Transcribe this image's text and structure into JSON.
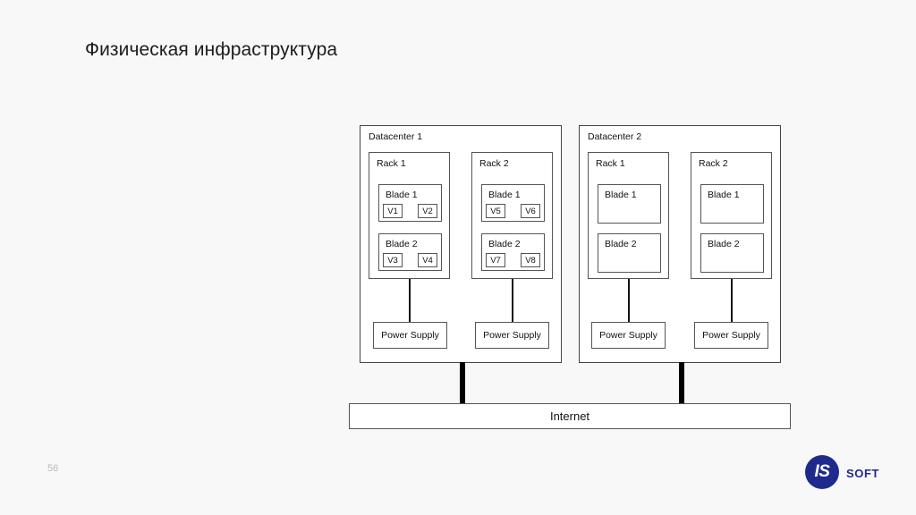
{
  "slide": {
    "title": "Физическая инфраструктура",
    "page_number": "56",
    "background_color": "#f8f8f8"
  },
  "brand": {
    "mark": "IS",
    "name": "SOFT",
    "color": "#1f2a8c"
  },
  "diagram": {
    "network_label": "Internet",
    "datacenters": [
      {
        "label": "Datacenter 1",
        "racks": [
          {
            "label": "Rack 1",
            "power_supply": "Power Supply",
            "blades": [
              {
                "label": "Blade 1",
                "vms": [
                  "V1",
                  "V2"
                ]
              },
              {
                "label": "Blade 2",
                "vms": [
                  "V3",
                  "V4"
                ]
              }
            ]
          },
          {
            "label": "Rack 2",
            "power_supply": "Power Supply",
            "blades": [
              {
                "label": "Blade 1",
                "vms": [
                  "V5",
                  "V6"
                ]
              },
              {
                "label": "Blade 2",
                "vms": [
                  "V7",
                  "V8"
                ]
              }
            ]
          }
        ]
      },
      {
        "label": "Datacenter 2",
        "racks": [
          {
            "label": "Rack 1",
            "power_supply": "Power Supply",
            "blades": [
              {
                "label": "Blade 1",
                "vms": []
              },
              {
                "label": "Blade 2",
                "vms": []
              }
            ]
          },
          {
            "label": "Rack 2",
            "power_supply": "Power Supply",
            "blades": [
              {
                "label": "Blade 1",
                "vms": []
              },
              {
                "label": "Blade 2",
                "vms": []
              }
            ]
          }
        ]
      }
    ]
  }
}
